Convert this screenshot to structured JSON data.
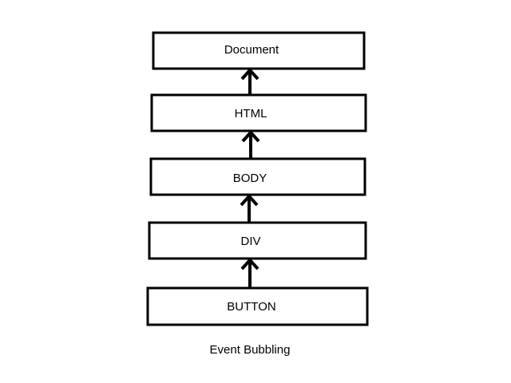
{
  "diagram": {
    "nodes": [
      {
        "id": "document",
        "label": "Document"
      },
      {
        "id": "html",
        "label": "HTML"
      },
      {
        "id": "body",
        "label": "BODY"
      },
      {
        "id": "div",
        "label": "DIV"
      },
      {
        "id": "button",
        "label": "BUTTON"
      }
    ],
    "edges": [
      {
        "from": "button",
        "to": "div"
      },
      {
        "from": "div",
        "to": "body"
      },
      {
        "from": "body",
        "to": "html"
      },
      {
        "from": "html",
        "to": "document"
      }
    ],
    "caption": "Event Bubbling",
    "colors": {
      "stroke": "#000000",
      "fill": "#ffffff",
      "text": "#000000"
    }
  }
}
